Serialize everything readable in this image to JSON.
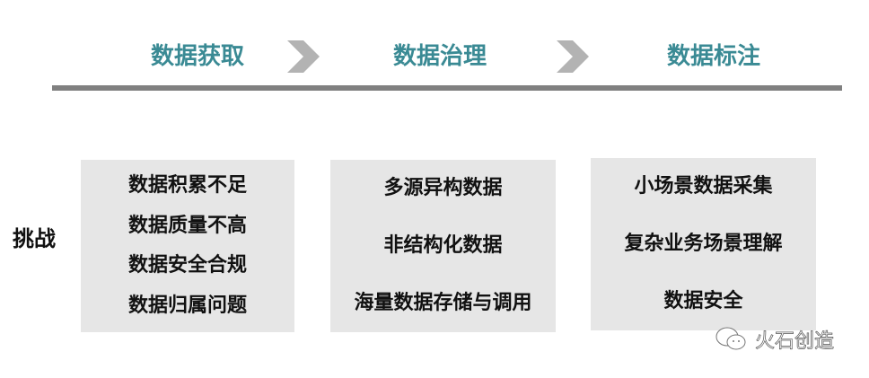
{
  "stages": [
    {
      "label": "数据获取"
    },
    {
      "label": "数据治理"
    },
    {
      "label": "数据标注"
    }
  ],
  "row_label": "挑战",
  "boxes": [
    {
      "items": [
        "数据积累不足",
        "数据质量不高",
        "数据安全合规",
        "数据归属问题"
      ]
    },
    {
      "items": [
        "多源异构数据",
        "非结构化数据",
        "海量数据存储与调用"
      ]
    },
    {
      "items": [
        "小场景数据采集",
        "复杂业务场景理解",
        "数据安全"
      ]
    }
  ],
  "watermark": "火石创造",
  "colors": {
    "accent": "#3a8a94",
    "chevron": "#b3b3b3",
    "bar": "#808080",
    "box": "#e6e6e6"
  }
}
